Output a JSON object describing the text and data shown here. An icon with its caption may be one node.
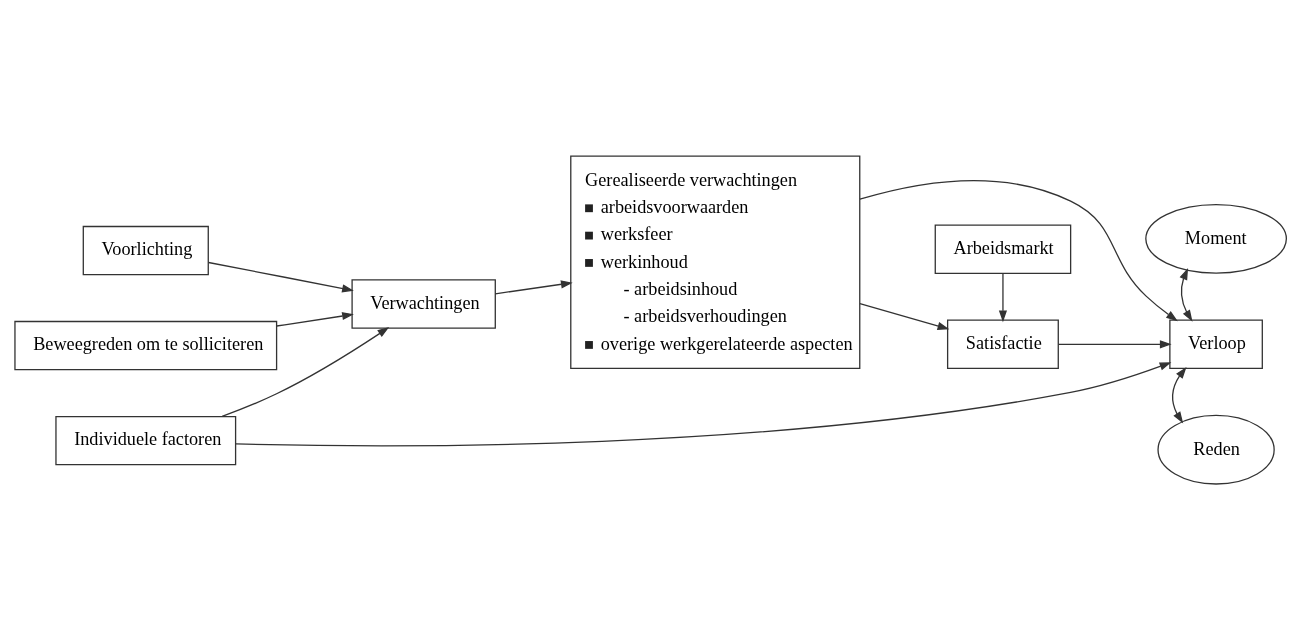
{
  "diagram": {
    "nodes": [
      {
        "text": [
          "Individuele factoren"
        ]
      },
      {
        "text": [
          "Voorlichting"
        ]
      },
      {
        "text": [
          "Beweegreden om te solliciteren"
        ]
      },
      {
        "text": [
          "Verwachtingen"
        ]
      },
      {
        "text": [
          "Gerealiseerde verwachtingen",
          "arbeidsvoorwaarden",
          "werksfeer",
          "werkinhoud",
          "- arbeidsinhoud",
          "- arbeidsverhoudingen",
          "overige werkgerelateerde aspecten"
        ]
      },
      {
        "text": [
          "Moment"
        ]
      },
      {
        "text": [
          "Verloop"
        ]
      },
      {
        "text": [
          "Satisfactie"
        ]
      },
      {
        "text": [
          "Reden"
        ]
      },
      {
        "text": [
          "Arbeidsmarkt"
        ]
      }
    ],
    "edges": [
      {
        "from": 0,
        "to": 3,
        "arrow": "to"
      },
      {
        "from": 0,
        "to": 6,
        "arrow": "to"
      },
      {
        "from": 1,
        "to": 3,
        "arrow": "to"
      },
      {
        "from": 2,
        "to": 3,
        "arrow": "to"
      },
      {
        "from": 3,
        "to": 4,
        "arrow": "to"
      },
      {
        "from": 4,
        "to": 6,
        "arrow": "to"
      },
      {
        "from": 4,
        "to": 7,
        "arrow": "to"
      },
      {
        "from": 7,
        "to": 6,
        "arrow": "to"
      },
      {
        "from": 9,
        "to": 7,
        "arrow": "to"
      },
      {
        "from": 6,
        "to": 5,
        "arrow": "both"
      },
      {
        "from": 6,
        "to": 8,
        "arrow": "both"
      }
    ]
  }
}
